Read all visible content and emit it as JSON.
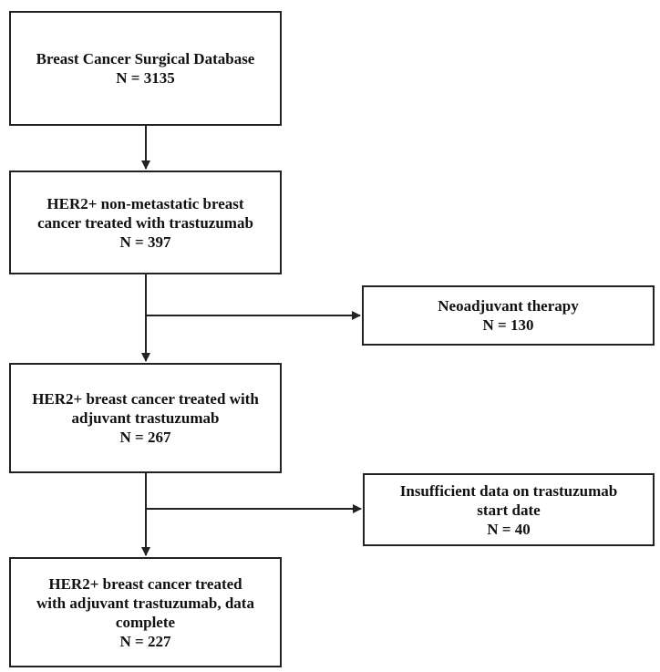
{
  "nodes": {
    "database": {
      "lines": [
        "Breast Cancer Surgical Database",
        "N = 3135"
      ]
    },
    "her2_nonmetastatic": {
      "lines": [
        "HER2+ non-metastatic breast",
        "cancer treated with trastuzumab",
        "N = 397"
      ]
    },
    "neoadjuvant": {
      "lines": [
        "Neoadjuvant therapy",
        "N = 130"
      ]
    },
    "her2_adjuvant": {
      "lines": [
        "HER2+ breast cancer treated with",
        "adjuvant trastuzumab",
        "N = 267"
      ]
    },
    "insufficient": {
      "lines": [
        "Insufficient data on trastuzumab",
        "start date",
        "N = 40"
      ]
    },
    "her2_complete": {
      "lines": [
        "HER2+ breast cancer treated",
        "with adjuvant trastuzumab, data",
        "complete",
        "N = 227"
      ]
    }
  },
  "colors": {
    "stroke": "#222222",
    "text": "#111111"
  }
}
